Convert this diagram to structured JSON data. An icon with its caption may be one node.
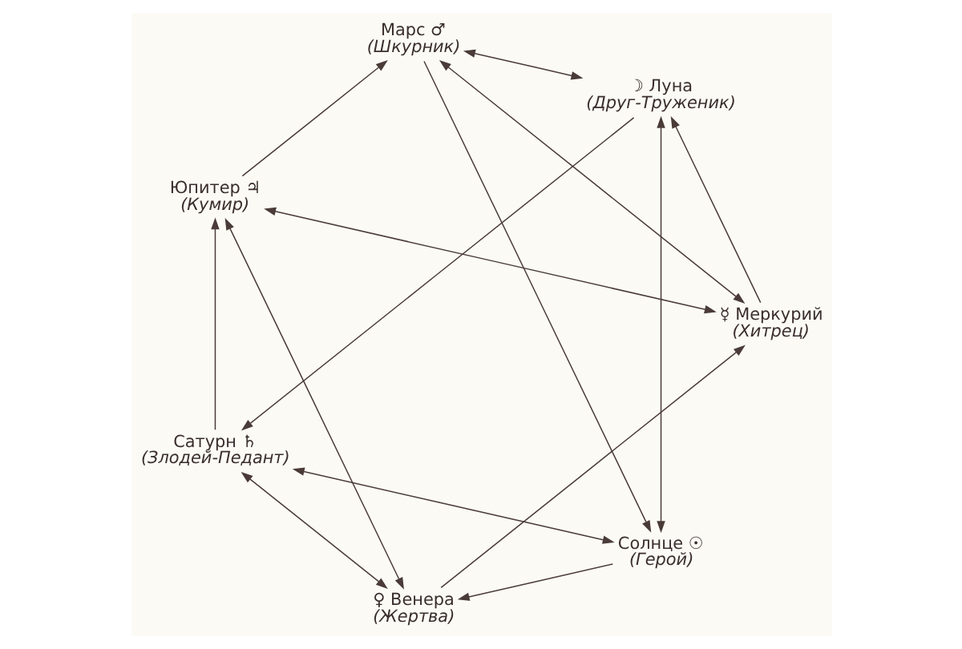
{
  "diagram": {
    "nodes": [
      {
        "text": [
          "Солнце ☉",
          "(Герой)"
        ]
      },
      {
        "text": [
          "♀ Венера",
          "(Жертва)"
        ]
      },
      {
        "text": [
          "☿ Меркурий",
          "(Хитрец)"
        ]
      },
      {
        "text": [
          "☽ Луна",
          "(Друг-Труженик)"
        ]
      },
      {
        "text": [
          "Сатурн ♄",
          "(Злодей-Педант)"
        ]
      },
      {
        "text": [
          "Юпитер ♃",
          "(Кумир)"
        ]
      },
      {
        "text": [
          "Марс ♂",
          "(Шкурник)"
        ]
      }
    ],
    "edges": [
      {
        "from": 6,
        "to": 0,
        "arrow": "to"
      },
      {
        "from": 0,
        "to": 1,
        "arrow": "to"
      },
      {
        "from": 1,
        "to": 2,
        "arrow": "to"
      },
      {
        "from": 2,
        "to": 3,
        "arrow": "to"
      },
      {
        "from": 3,
        "to": 4,
        "arrow": "to"
      },
      {
        "from": 4,
        "to": 5,
        "arrow": "to"
      },
      {
        "from": 5,
        "to": 6,
        "arrow": "to"
      },
      {
        "from": 0,
        "to": 3,
        "arrow": "both"
      },
      {
        "from": 0,
        "to": 4,
        "arrow": "both"
      },
      {
        "from": 1,
        "to": 4,
        "arrow": "both"
      },
      {
        "from": 1,
        "to": 5,
        "arrow": "both"
      },
      {
        "from": 2,
        "to": 5,
        "arrow": "both"
      },
      {
        "from": 2,
        "to": 6,
        "arrow": "both"
      },
      {
        "from": 3,
        "to": 6,
        "arrow": "both"
      }
    ]
  }
}
